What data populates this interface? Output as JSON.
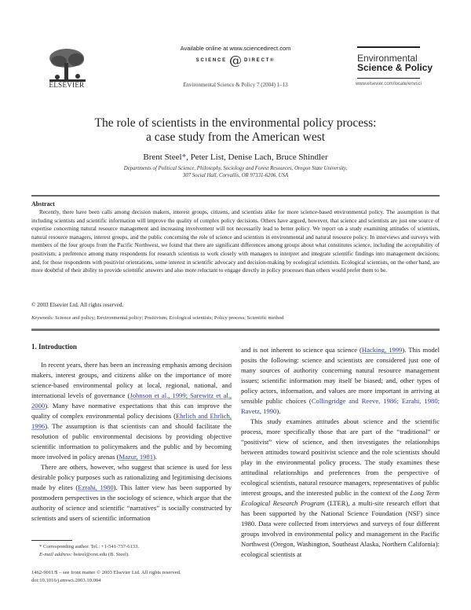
{
  "header": {
    "publisher_logo": "ELSEVIER",
    "available_online": "Available online at www.sciencedirect.com",
    "sciencedirect_left": "SCIENCE",
    "sciencedirect_at": "@",
    "sciencedirect_right": "DIRECT®",
    "journal_citation": "Environmental Science & Policy 7 (2004) 1–13",
    "journal_name_line1": "Environmental",
    "journal_name_line2": "Science & Policy",
    "journal_url": "www.elsevier.com/locate/envsci"
  },
  "article": {
    "title_line1": "The role of scientists in the environmental policy process:",
    "title_line2": "a case study from the American west",
    "authors": [
      {
        "name": "Brent Steel",
        "mark": "*"
      },
      {
        "name": "Peter List"
      },
      {
        "name": "Denise Lach"
      },
      {
        "name": "Bruce Shindler"
      }
    ],
    "affiliation_line1": "Departments of Political Science, Philosophy, Sociology and Forest Resources, Oregon State University,",
    "affiliation_line2": "307 Social Hall, Corvallis, OR 97331-6206, USA"
  },
  "abstract": {
    "heading": "Abstract",
    "body": "Recently, there have been calls among decision makers, interest groups, citizens, and scientists alike for more science-based environmental policy. The assumption is that including scientists and scientific information will improve the quality of complex policy decisions. Others have argued, however, that science and scientists are just one source of expertise concerning natural resource management and increasing involvement will not necessarily lead to better policy. We report on a study examining attitudes of scientists, natural resource managers, interest groups, and the public concerning the role of science and scientists in environmental and natural resource policy. In interviews and surveys with members of the four groups from the Pacific Northwest, we found that there are significant differences among groups about what constitutes science, including the acceptability of positivism; a preference among many respondents for research scientists to work closely with managers to interpret and integrate scientific findings into management decisions; and, for those respondents with positivist orientations, some interest in scientific advocacy and decision-making by ecological scientists. Ecological scientists, on the other hand, are more doubtful of their ability to provide scientific answers and also more reluctant to engage directly in policy processes than others would prefer them to be.",
    "copyright": "© 2003 Elsevier Ltd. All rights reserved.",
    "keywords_label": "Keywords:",
    "keywords": "Science and policy; Environmental policy; Positivism; Ecological scientists; Policy process; Scientific method"
  },
  "section1": {
    "heading": "1. Introduction",
    "p1_a": "In recent years, there has been an increasing emphasis among decision makers, interest groups, and citizens alike on the importance of more science-based environmental policy at local, regional, national, and international levels of governance (",
    "p1_cite1": "Johnson et al., 1999; Sarewitz et al., 2000",
    "p1_b": "). Many have normative expectations that this can improve the quality of complex environmental policy decisions (",
    "p1_cite2": "Ehrlich and Ehrlich, 1996",
    "p1_c": "). The assumption is that scientists can and should facilitate the resolution of public environmental decisions by providing objective scientific information to policymakers and the public and by becoming more involved in policy arenas (",
    "p1_cite3": "Mazur, 1981",
    "p1_d": ").",
    "p2_a": "There are others, however, who suggest that science is used for less desirable policy purposes such as rationalizing and legitimising decisions made by elites (",
    "p2_cite1": "Ezrahi, 1980",
    "p2_b": "). This latter view has been supported by postmodern perspectives in the sociology of science, which argue that the authority of science and scientific “narratives” is socially constructed by scientists and users of scientific information",
    "r1_a": "and is not inherent to science qua science (",
    "r1_cite1": "Hacking, 1999",
    "r1_b": "). This model posits the following: science and scientists are considered just one of many sources of authority concerning natural resource management issues; scientific information may itself be biased; and, other types of policy actors, information, and values are more important in arriving at sensible public choices (",
    "r1_cite2": "Collingridge and Reeve, 1986; Ezrahi, 1980; Ravetz, 1990",
    "r1_c": ").",
    "r2_a": "This study examines attitudes about science and the scientific process, more specifically those that are part of the “traditional” or “positivist” view of science, and then investigates the relationships between attitudes toward positivist science and the role scientists should play in the environmental policy process. The study examines these attitudinal relationships and preferences from the perspective of ecological scientists, natural resource managers, representatives of public interest groups, and the interested public in the context of the ",
    "r2_italic": "Long Term Ecological Research Program",
    "r2_b": " (LTER), a multi-site research effort that has been supported by the National Science Foundation (NSF) since 1980. Data were collected from interviews and surveys of four different groups involved in environmental policy and management in the Pacific Northwest (Oregon, Washington, Southeast Alaska, Northern California): ecological scientists at"
  },
  "footnote": {
    "corresponding": "* Corresponding author. Tel.: +1-541-737-6133.",
    "email_label": "E-mail address:",
    "email_value": "bsteel@orst.edu (B. Steel)."
  },
  "front_matter": {
    "line1": "1462-9011/$ – see front matter © 2003 Elsevier Ltd. All rights reserved.",
    "line2": "doi:10.1016/j.envsci.2003.10.004"
  },
  "colors": {
    "link": "#2b3aa0",
    "text": "#222222",
    "rule": "#666666"
  }
}
